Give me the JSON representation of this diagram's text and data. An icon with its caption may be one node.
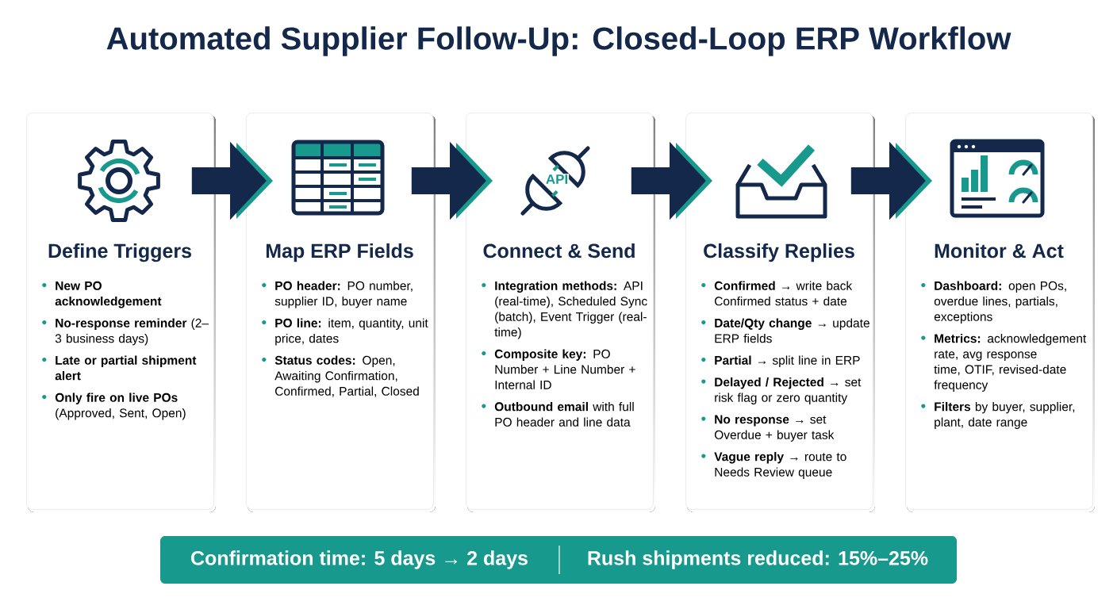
{
  "diagram": {
    "title": "Automated Supplier Follow-Up: Closed-Loop ERP Workflow",
    "nodes": [
      {
        "text": [
          "Define Triggers",
          "**New PO acknowledgement**",
          "**No-response reminder** (2–3 business days)",
          "**Late or partial shipment alert**",
          "**Only fire on live POs** (Approved, Sent, Open)"
        ]
      },
      {
        "text": [
          "Map ERP Fields",
          "**PO header:** PO number, supplier ID, buyer name",
          "**PO line:** item, quantity, unit price, dates",
          "**Status codes:** Open, Awaiting Confirmation, Confirmed, Partial, Closed"
        ]
      },
      {
        "text": [
          "Connect & Send",
          "**Integration methods:** API (real-time), Scheduled Sync (batch), Event Trigger (real-time)",
          "**Composite key:** PO Number + Line Number + Internal ID",
          "**Outbound email** with full PO header and line data"
        ]
      },
      {
        "text": [
          "Classify Replies",
          "**Confirmed →** write back Confirmed status + date",
          "**Date/Qty change →** update ERP fields",
          "**Partial →** split line in ERP",
          "**Delayed / Rejected →** set risk flag or zero quantity",
          "**No response →** set Overdue + buyer task",
          "**Vague reply →** route to Needs Review queue"
        ]
      },
      {
        "text": [
          "Monitor & Act",
          "**Dashboard:** open POs, overdue lines, partials, exceptions",
          "**Metrics:** acknowledgement rate, avg response time, OTIF, revised-date frequency",
          "**Filters** by buyer, supplier, plant, date range"
        ]
      },
      {
        "text": [
          "Confirmation time: 5 days → 2 days",
          "Rush shipments reduced: 15%–25%"
        ]
      }
    ],
    "edges": [
      {
        "from": 0,
        "to": 1,
        "arrow": "to"
      },
      {
        "from": 1,
        "to": 2,
        "arrow": "to"
      },
      {
        "from": 2,
        "to": 3,
        "arrow": "to"
      },
      {
        "from": 3,
        "to": 4,
        "arrow": "to"
      }
    ],
    "labels": [
      "API"
    ]
  }
}
